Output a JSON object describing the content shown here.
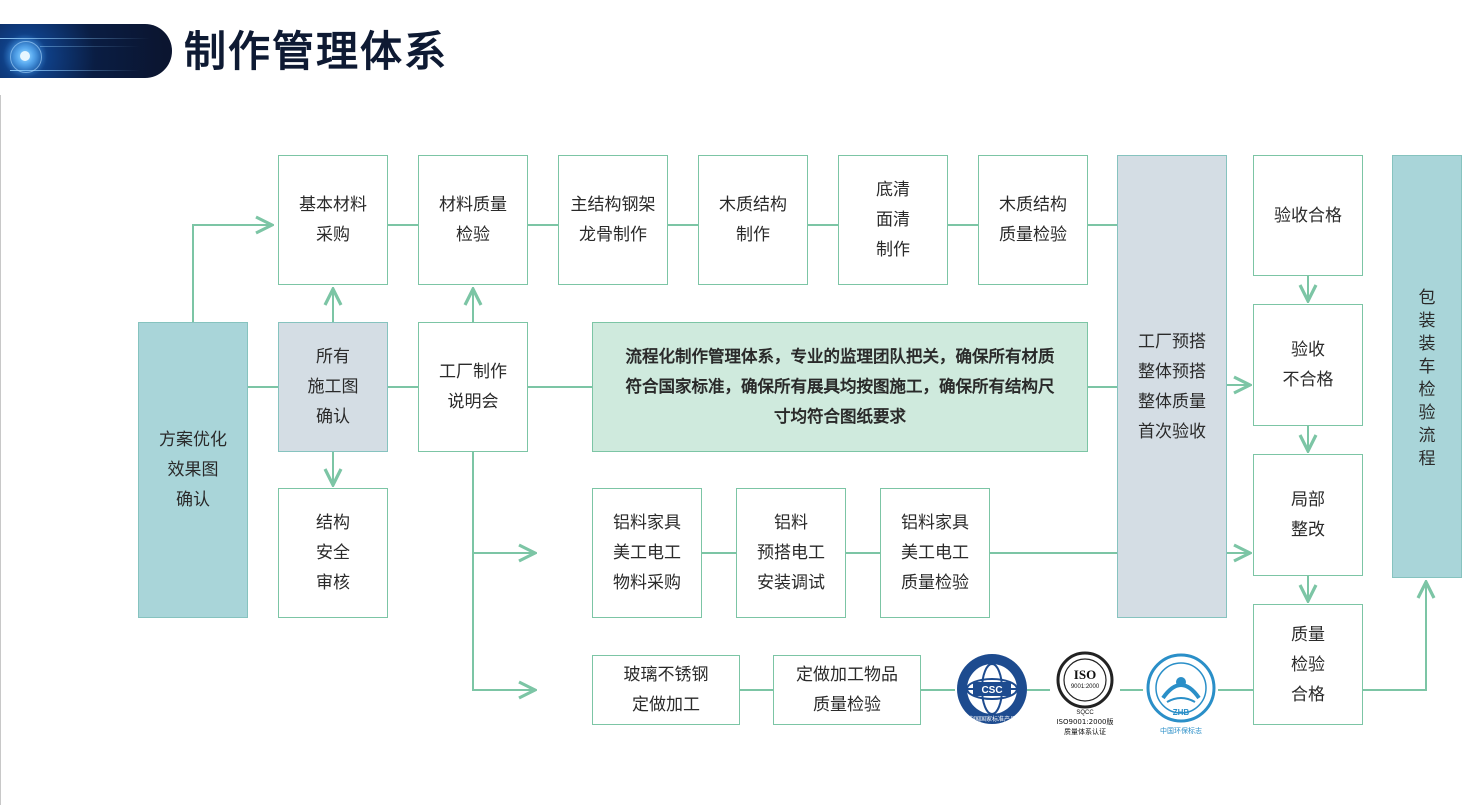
{
  "page": {
    "title": "制作管理体系"
  },
  "nodes": {
    "plan": "方案优化\n效果图\n确认",
    "drawings": "所有\n施工图\n确认",
    "structure_review": "结构\n安全\n审核",
    "purchase": "基本材料\n采购",
    "material_check": "材料质量\n检验",
    "factory_meeting": "工厂制作\n说明会",
    "frame": "主结构钢架\n龙骨制作",
    "wood": "木质结构\n制作",
    "primer": "底清\n面清\n制作",
    "wood_check": "木质结构\n质量检验",
    "statement": "流程化制作管理体系，专业的监理团队把关，确保所有材质符合国家标准，确保所有展具均按图施工，确保所有结构尺寸均符合图纸要求",
    "alu_purchase": "铝料家具\n美工电工\n物料采购",
    "alu_install": "铝料\n预搭电工\n安装调试",
    "alu_check": "铝料家具\n美工电工\n质量检验",
    "glass": "玻璃不锈钢\n定做加工",
    "custom_check": "定做加工物品\n质量检验",
    "factory_prebuild": "工厂预搭\n整体预搭\n整体质量\n首次验收",
    "pass": "验收合格",
    "fail": "验收\n不合格",
    "rework": "局部\n整改",
    "quality_pass": "质量\n检验\n合格",
    "packing": "包装装车检验流程"
  },
  "logos": {
    "cert1_text": "中国国家标准产品",
    "cert2_mark": "ISO",
    "cert2_sub": "9001:2000",
    "cert2_caption1": "ISO9001:2000版",
    "cert2_caption2": "质量体系认证",
    "cert2_inner": "SQCC",
    "cert3_text": "ZHB",
    "cert3_caption": "中国环保标志"
  },
  "colors": {
    "line": "#7cc5a5",
    "teal": "#a9d5d9",
    "grey": "#d4dde4",
    "mint": "#cfeadd",
    "title": "#0e1a33"
  }
}
